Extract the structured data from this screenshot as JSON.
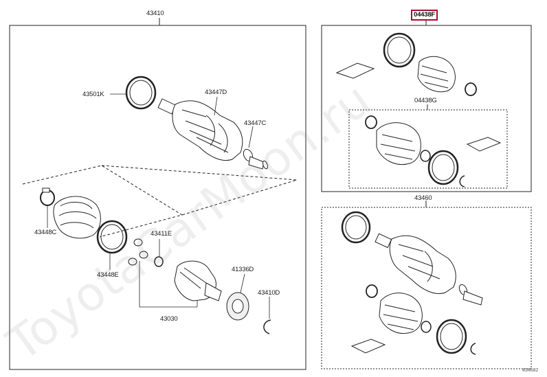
{
  "watermark": "ToyotaCarMoon.ru",
  "figure_ref": "434682",
  "assemblies": {
    "left_main": "43410",
    "right_top_kit": "04438F",
    "right_top_inner_kit": "04438G",
    "right_bottom": "43460"
  },
  "parts": {
    "p43501K": "43501K",
    "p43447D": "43447D",
    "p43447C": "43447C",
    "p43448C": "43448C",
    "p43448E": "43448E",
    "p43411E": "43411E",
    "p41336D": "41336D",
    "p43410D": "43410D",
    "p43030": "43030"
  },
  "highlight_color": "#a01030"
}
